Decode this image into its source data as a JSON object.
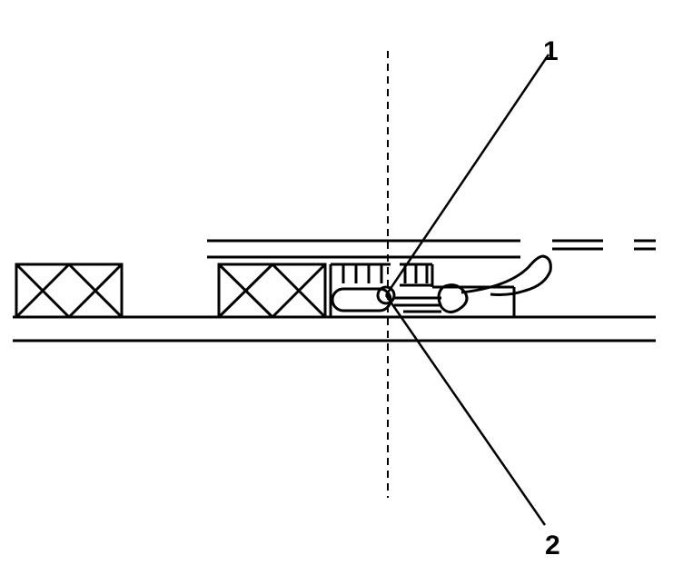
{
  "callouts": [
    {
      "id": "1",
      "label": "1"
    },
    {
      "id": "2",
      "label": "2"
    }
  ],
  "colors": {
    "stroke": "#000000",
    "background": "#ffffff"
  }
}
